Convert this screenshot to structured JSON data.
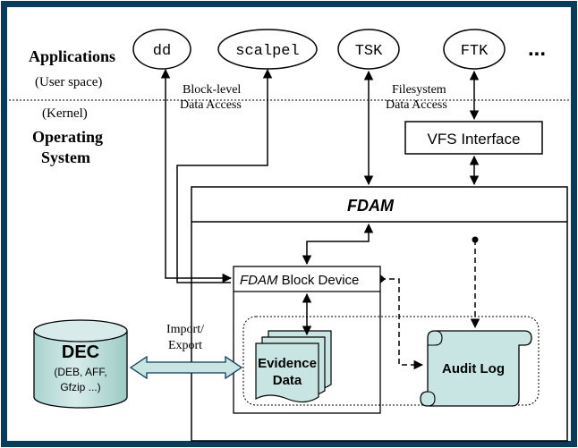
{
  "layers": {
    "applications": "Applications",
    "user_space": "(User space)",
    "kernel": "(Kernel)",
    "operating_1": "Operating",
    "operating_2": "System"
  },
  "apps": {
    "dd": "dd",
    "scalpel": "scalpel",
    "tsk": "TSK",
    "ftk": "FTK",
    "ellipsis": "..."
  },
  "access": {
    "block_1": "Block-level",
    "block_2": "Data Access",
    "fs_1": "Filesystem",
    "fs_2": "Data Access"
  },
  "vfs": "VFS Interface",
  "fdam": "FDAM",
  "block_device": {
    "italic": "FDAM",
    "rest": " Block Device"
  },
  "dec": {
    "title": "DEC",
    "line1": "(DEB, AFF,",
    "line2": "Gfzip ...)"
  },
  "import_export": {
    "line1": "Import/",
    "line2": "Export"
  },
  "evidence": {
    "line1": "Evidence",
    "line2": "Data"
  },
  "audit_log": "Audit Log",
  "colors": {
    "teal_fill": "#c9e5e3",
    "dark_fill": "#0b3b5a",
    "line": "#000000"
  }
}
